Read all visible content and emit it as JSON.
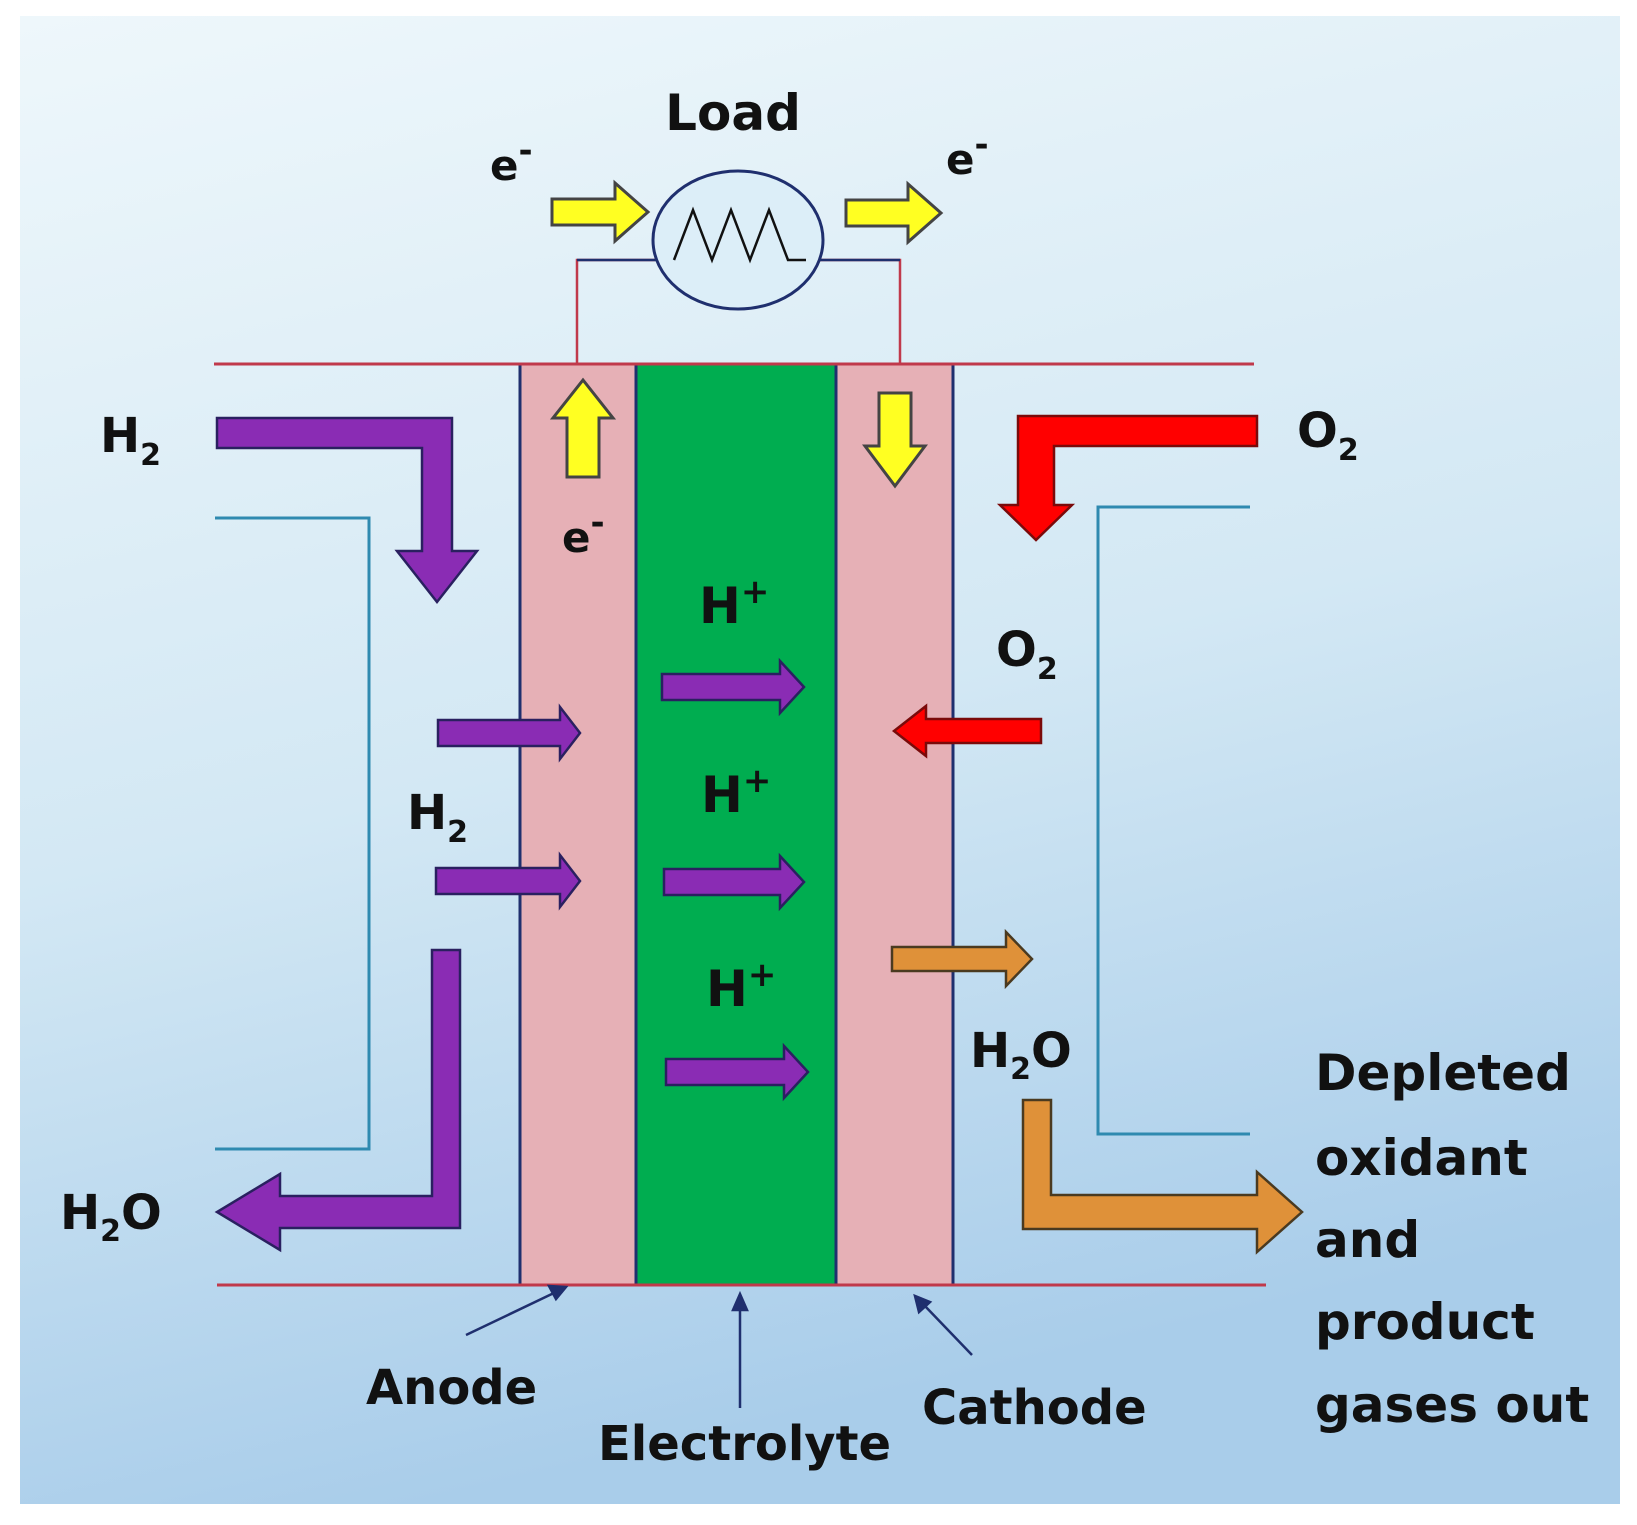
{
  "load": {
    "label": "Load"
  },
  "electron": {
    "base": "e",
    "charge": "-"
  },
  "hydrogen": {
    "base": "H",
    "subscript": "2"
  },
  "oxygen": {
    "base": "O",
    "subscript": "2"
  },
  "proton": {
    "base": "H",
    "charge": "+"
  },
  "water": {
    "base": "H",
    "subscript": "2",
    "suffix": "O"
  },
  "components": {
    "anode": "Anode",
    "electrolyte": "Electrolyte",
    "cathode": "Cathode"
  },
  "outlet": {
    "lines": [
      "Depleted",
      "oxidant",
      "and",
      "product",
      "gases out"
    ]
  },
  "colors": {
    "background_top": "#eef7fb",
    "background_bottom": "#a9cdea",
    "electrode": "#e6b0b6",
    "electrolyte": "#00ad50",
    "hydrogen_arrow": "#8a2cb4",
    "oxygen_arrow": "#ff0000",
    "water_arrow": "#df9139",
    "electron_arrow": "#ffff22",
    "circuit_wire": "#c0394b",
    "channel_line": "#2f8ab0",
    "electrode_border": "#1f2f6e"
  }
}
